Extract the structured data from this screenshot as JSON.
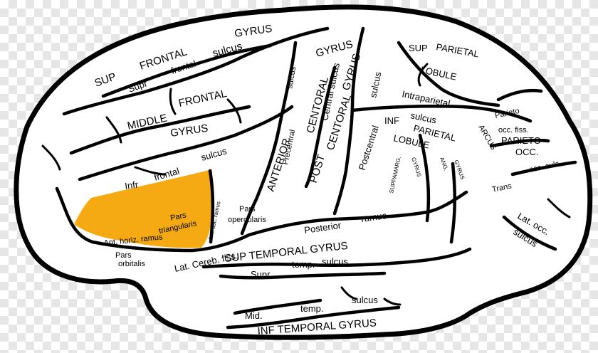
{
  "highlight_color": "#f5a912",
  "labels": {
    "gyrus_top": "GYRUS",
    "sup": "SUP",
    "frontal_top": "FRONTAL",
    "sulcus_top": "sulcus",
    "supr": "Supr",
    "frontal_lower": "frontal",
    "middle": "MIDDLE",
    "frontal_mid": "FRONTAL",
    "gyrus_mid": "GYRUS",
    "infr": "Infr",
    "frontal_infr": "frontal",
    "sulcus_infr": "sulcus",
    "pars_triangularis_1": "Pars",
    "pars_triangularis_2": "triangularis",
    "ant_horiz_ramus": "Ant. horiz. ramus",
    "ant_asc_ramus": "Ant. asc. ramus",
    "pars_orbitalis_1": "Pars",
    "pars_orbitalis_2": "orbitalis",
    "pars_opercularis_1": "Pars",
    "pars_opercularis_2": "opercularis",
    "sulcus_vert": "sulcus",
    "centoral_gyrus_1": "CENTORAL",
    "centoral_gyrus_2": "GYRUS",
    "central_sulcus": "Central sulcus",
    "precentral": "Precentral",
    "anterior": "ANTERIOR",
    "post": "POST",
    "centoral_post": "CENTORAL",
    "gyrus_post": "GYRUS",
    "sulcus_post": "sulcus",
    "postcentral": "Postcentral",
    "sup_parietal_1": "SUP",
    "sup_parietal_2": "PARIETAL",
    "lobule_sup": "LOBULE",
    "intraparietal": "Intraparietal",
    "sulcus_ip": "sulcus",
    "inf_parietal_1": "INF",
    "inf_parietal_2": "PARIETAL",
    "lobule_inf": "LOBULE",
    "arcus": "ARCUS",
    "parieto": "Parieto",
    "occ_fiss": "occ. fiss.",
    "parieto_occ_1": "PARIETO -",
    "parieto_occ_2": "OCC.",
    "suppramarg": "SUPPAMARG.",
    "gyrus_sm": "GYRUS",
    "ang": "ANG.",
    "gyrus_ang": "GYRUS",
    "trans": "Trans",
    "occ_sulc": "occ. sulc.",
    "lat_occ_1": "Lat. occ.",
    "lat_occ_2": "sulcus",
    "posterior": "Posterior",
    "ramus": "ramus",
    "lat_cereb_fiss": "Lat. Cereb. fiss.",
    "sup_temporal_gyrus": "SUP  TEMPORAL  GYRUS",
    "supr_temp": "Supr",
    "temp": "temp.",
    "sulcus_temp": "sulcus",
    "mid": "Mid.",
    "temp_mid": "temp.",
    "sulcus_mid": "sulcus",
    "inf_temporal_gyrus": "INF  TEMPORAL  GYRUS"
  }
}
